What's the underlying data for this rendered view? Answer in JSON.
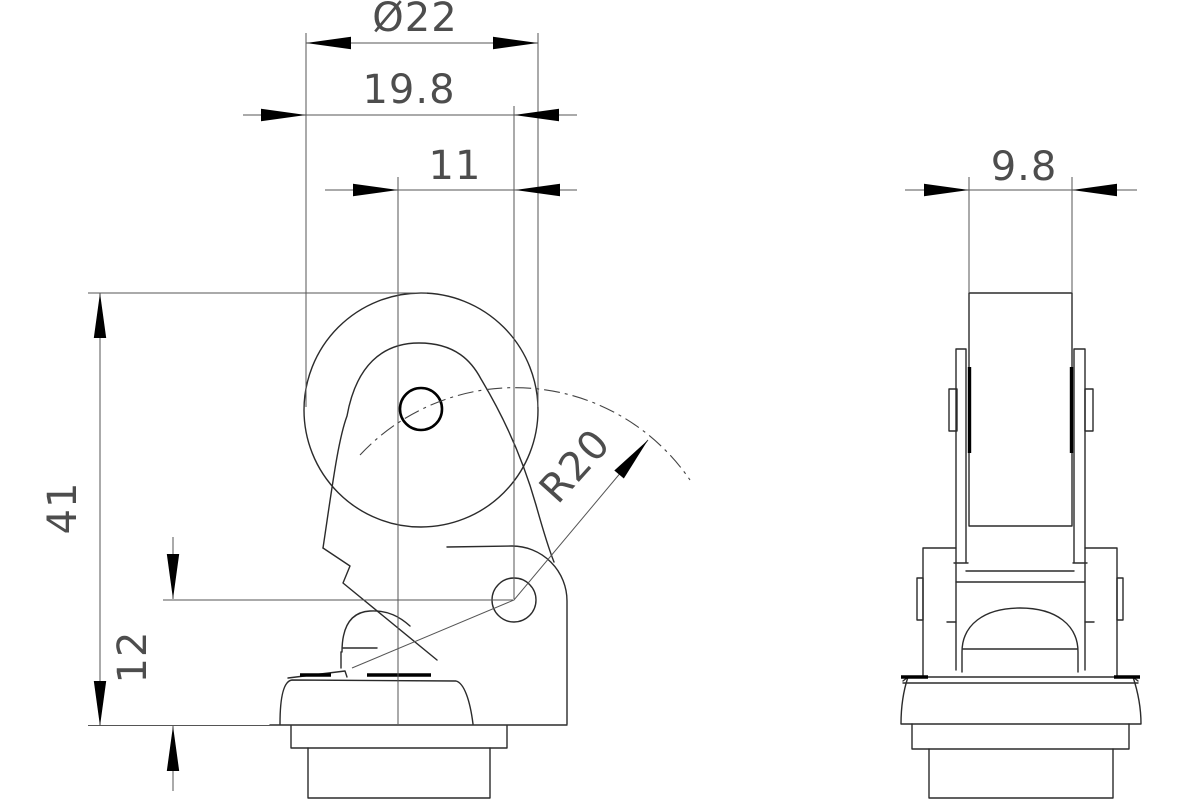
{
  "drawing": {
    "kind": "cad-technical-drawing",
    "part": "roller-lever-limit-switch-head",
    "views": {
      "front": {
        "name": "front-view"
      },
      "side": {
        "name": "side-view"
      }
    },
    "dimensions": {
      "roller_diameter": "Ø22",
      "roller_edge_to_pivot": "19.8",
      "axis_to_pivot": "11",
      "roller_width": "9.8",
      "overall_height": "41",
      "pivot_height": "12",
      "lever_radius": "R20"
    },
    "colors": {
      "background": "#ffffff",
      "outline": "#2b2b2b",
      "dimension_line": "#555555",
      "arrow": "#000000",
      "text": "#4d4d4d"
    }
  }
}
